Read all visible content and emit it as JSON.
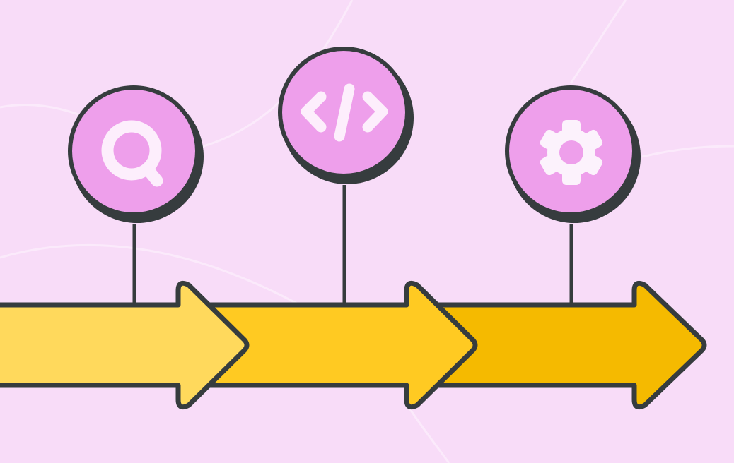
{
  "diagram": {
    "type": "process-timeline",
    "background_color": "#F8DCF8",
    "curve_color": "#FBEAFB",
    "outline_color": "#363C3E",
    "circle_fill": "#EE9FEB",
    "icon_fill": "#FDEEFC",
    "steps": [
      {
        "icon": "search-icon",
        "label": "Search",
        "arrow_color": "#FFD95C"
      },
      {
        "icon": "code-icon",
        "label": "Code",
        "arrow_color": "#FFCA22"
      },
      {
        "icon": "gear-icon",
        "label": "Settings",
        "arrow_color": "#F5BA00"
      }
    ]
  }
}
